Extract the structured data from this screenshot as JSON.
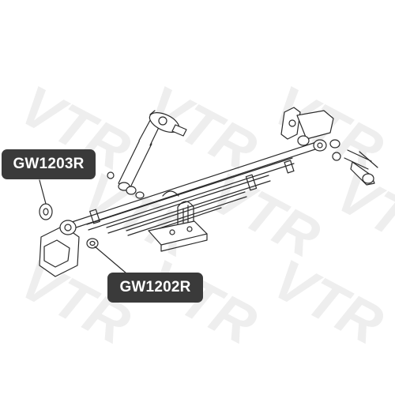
{
  "watermark": {
    "text": "VTR",
    "color": "#eeeeee"
  },
  "labels": [
    {
      "id": "top",
      "part_number": "GW1203R"
    },
    {
      "id": "bottom",
      "part_number": "GW1202R"
    }
  ],
  "colors": {
    "label_background": "#3a3a3a",
    "label_text": "#ffffff",
    "line_art": "#2a2a2a",
    "background": "#ffffff"
  }
}
